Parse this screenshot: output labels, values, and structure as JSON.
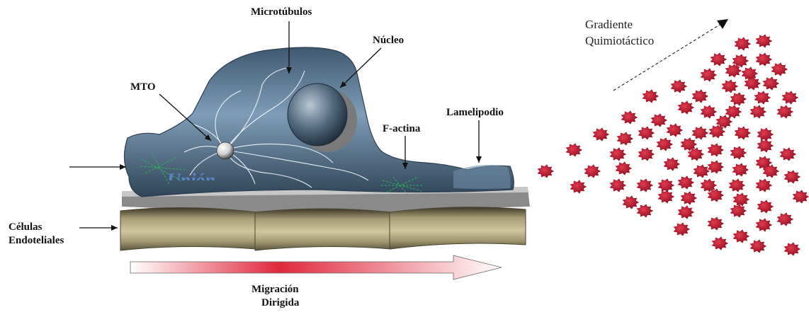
{
  "labels": {
    "microtubulos": "Microtúbulos",
    "nucleo": "Núcleo",
    "mto": "MTO",
    "f_actina": "F-actina",
    "lamelipodio": "Lamelipodio",
    "union": "Unión",
    "celulas_line1": "Células",
    "celulas_line2": "Endoteliales",
    "migracion_line1": "Migración",
    "migracion_line2": "Dirigida",
    "gradiente_line1": "Gradiente",
    "gradiente_line2": "Quimiotáctico"
  },
  "colors": {
    "cell_body": "#5f7f9c",
    "endothelium": "#b8ae86",
    "chemokine": "#a8102a",
    "migration_arrow": "#e0283c",
    "union_text": "#5b86c6"
  }
}
